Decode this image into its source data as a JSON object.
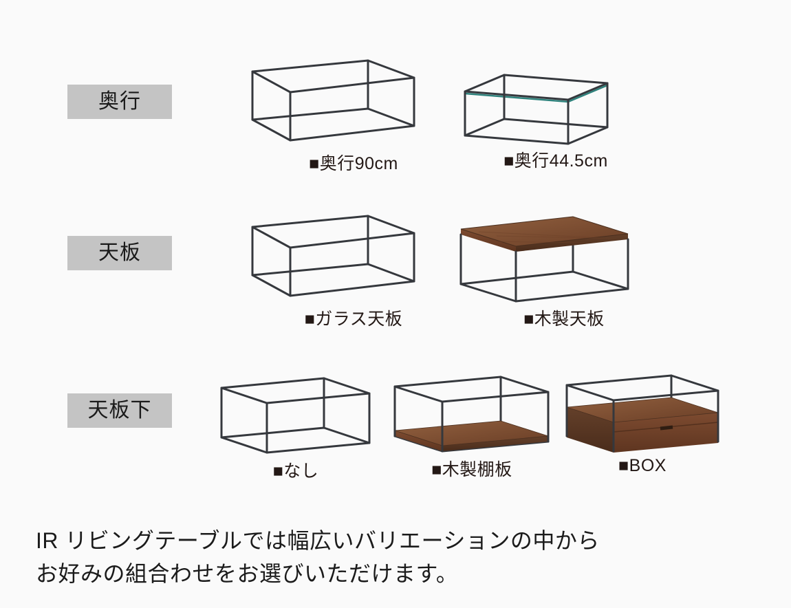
{
  "page": {
    "background_color": "#fafafa",
    "label_background_color": "#c4c4c4",
    "caption_color": "#231815",
    "text_color": "#1b1b1b",
    "frame_color": "#35383d",
    "glass_color": "#aab4b6",
    "glass_edge_color": "#2e827c",
    "wood_color": "#7c4a2f"
  },
  "rows": [
    {
      "id": "depth",
      "label": "奥行",
      "options": [
        {
          "caption": "■奥行90cm",
          "illustration": "glass-table-depth-90"
        },
        {
          "caption": "■奥行44.5cm",
          "illustration": "glass-table-depth-44-5"
        }
      ]
    },
    {
      "id": "top-board",
      "label": "天板",
      "options": [
        {
          "caption": "■ガラス天板",
          "illustration": "glass-top-table"
        },
        {
          "caption": "■木製天板",
          "illustration": "wood-top-table"
        }
      ]
    },
    {
      "id": "under-top",
      "label": "天板下",
      "options": [
        {
          "caption": "■なし",
          "illustration": "no-shelf-table"
        },
        {
          "caption": "■木製棚板",
          "illustration": "wood-shelf-table"
        },
        {
          "caption": "■BOX",
          "illustration": "box-drawer-table"
        }
      ]
    }
  ],
  "description": {
    "line1": "IR リビングテーブルでは幅広いバリエーションの中から",
    "line2": "お好みの組合わせをお選びいただけます。"
  }
}
